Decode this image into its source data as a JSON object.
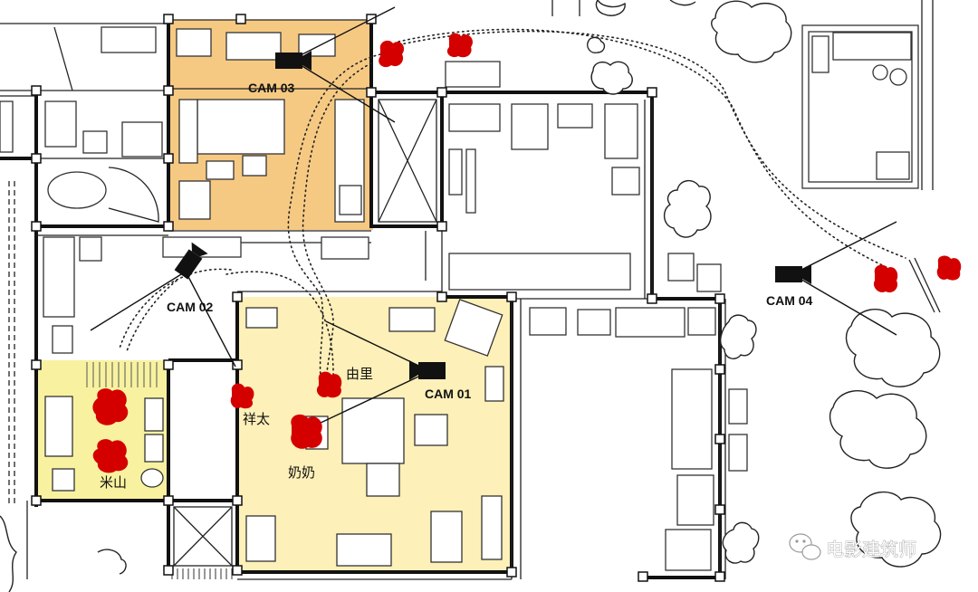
{
  "cameras": [
    {
      "id": "cam03",
      "label": "CAM 03"
    },
    {
      "id": "cam02",
      "label": "CAM 02"
    },
    {
      "id": "cam01",
      "label": "CAM 01"
    },
    {
      "id": "cam04",
      "label": "CAM 04"
    }
  ],
  "people": {
    "yuri": "由里",
    "shota": "祥太",
    "grandma": "奶奶",
    "yoneyama": "米山"
  },
  "watermark": "电影建筑师",
  "colors": {
    "room_orange": "#f6c983",
    "room_yellow_main": "#fdf0b8",
    "room_yellow_left": "#f8f2a0",
    "blood_red": "#d40000"
  },
  "icons": [
    "camera-icon",
    "wechat-logo-icon",
    "tree-icon",
    "blood-marker-icon"
  ]
}
